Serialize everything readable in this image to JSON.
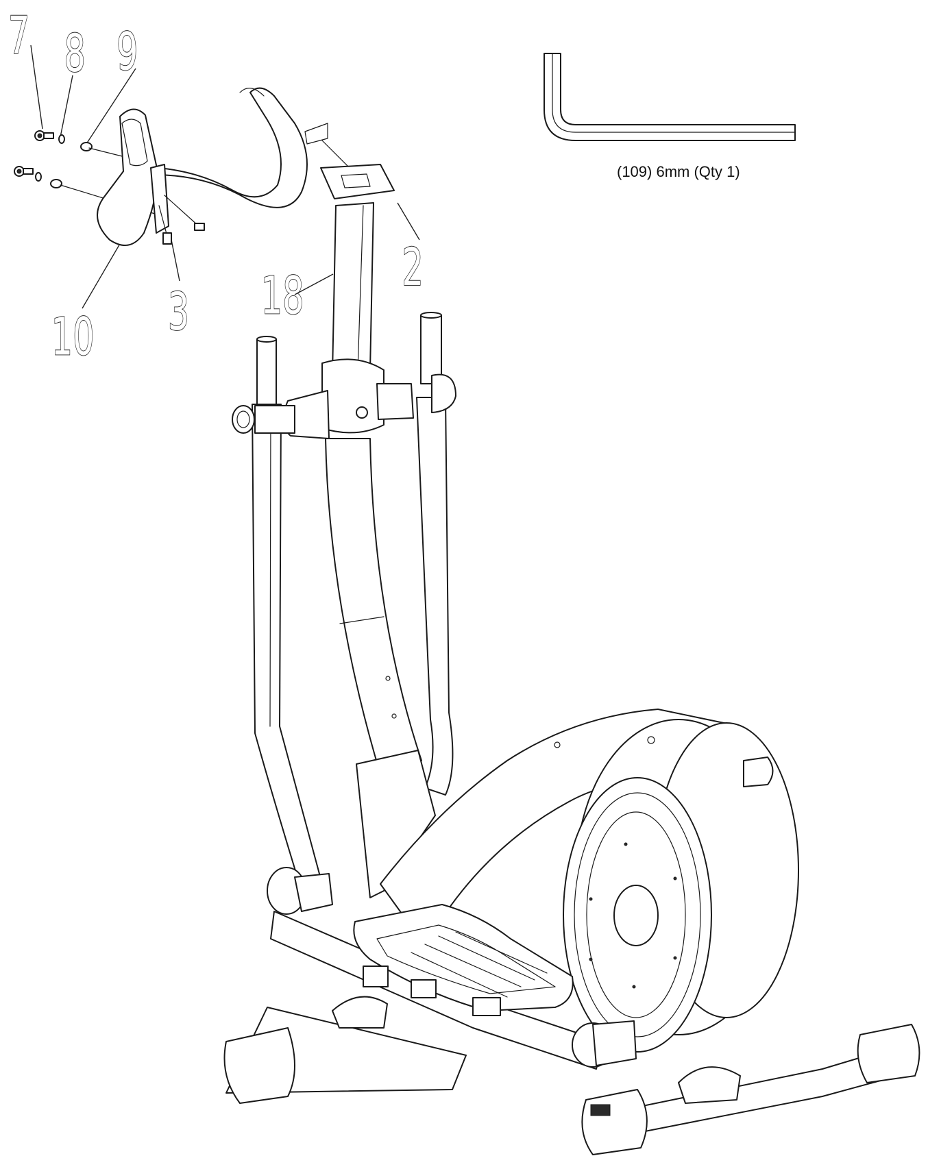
{
  "callouts": {
    "c7": "7",
    "c8": "8",
    "c9": "9",
    "c10": "10",
    "c3": "3",
    "c18": "18",
    "c2": "2"
  },
  "tool": {
    "label": "(109)  6mm (Qty 1)",
    "icon": "allen-key-icon"
  },
  "colors": {
    "line": "#1a1a1a",
    "background": "#ffffff"
  }
}
